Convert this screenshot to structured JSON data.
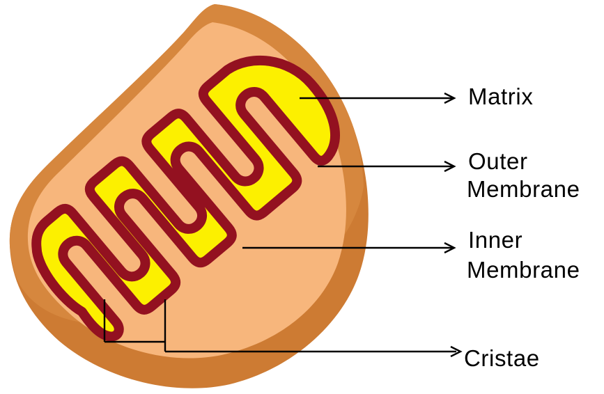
{
  "figure": {
    "type": "mitochondrion-structure-diagram",
    "background": "#ffffff",
    "colors": {
      "outer_membrane": "#D6873E",
      "outer_membrane_shadow": "#CD7B33",
      "intermembrane_space": "#F7B67C",
      "inner_membrane": "#931120",
      "matrix": "#FCF000",
      "annotation": "#000000"
    },
    "labels": {
      "matrix": "Matrix",
      "outer_membrane_line1": "Outer",
      "outer_membrane_line2": "Membrane",
      "inner_membrane_line1": "Inner",
      "inner_membrane_line2": "Membrane",
      "cristae": "Cristae"
    }
  }
}
